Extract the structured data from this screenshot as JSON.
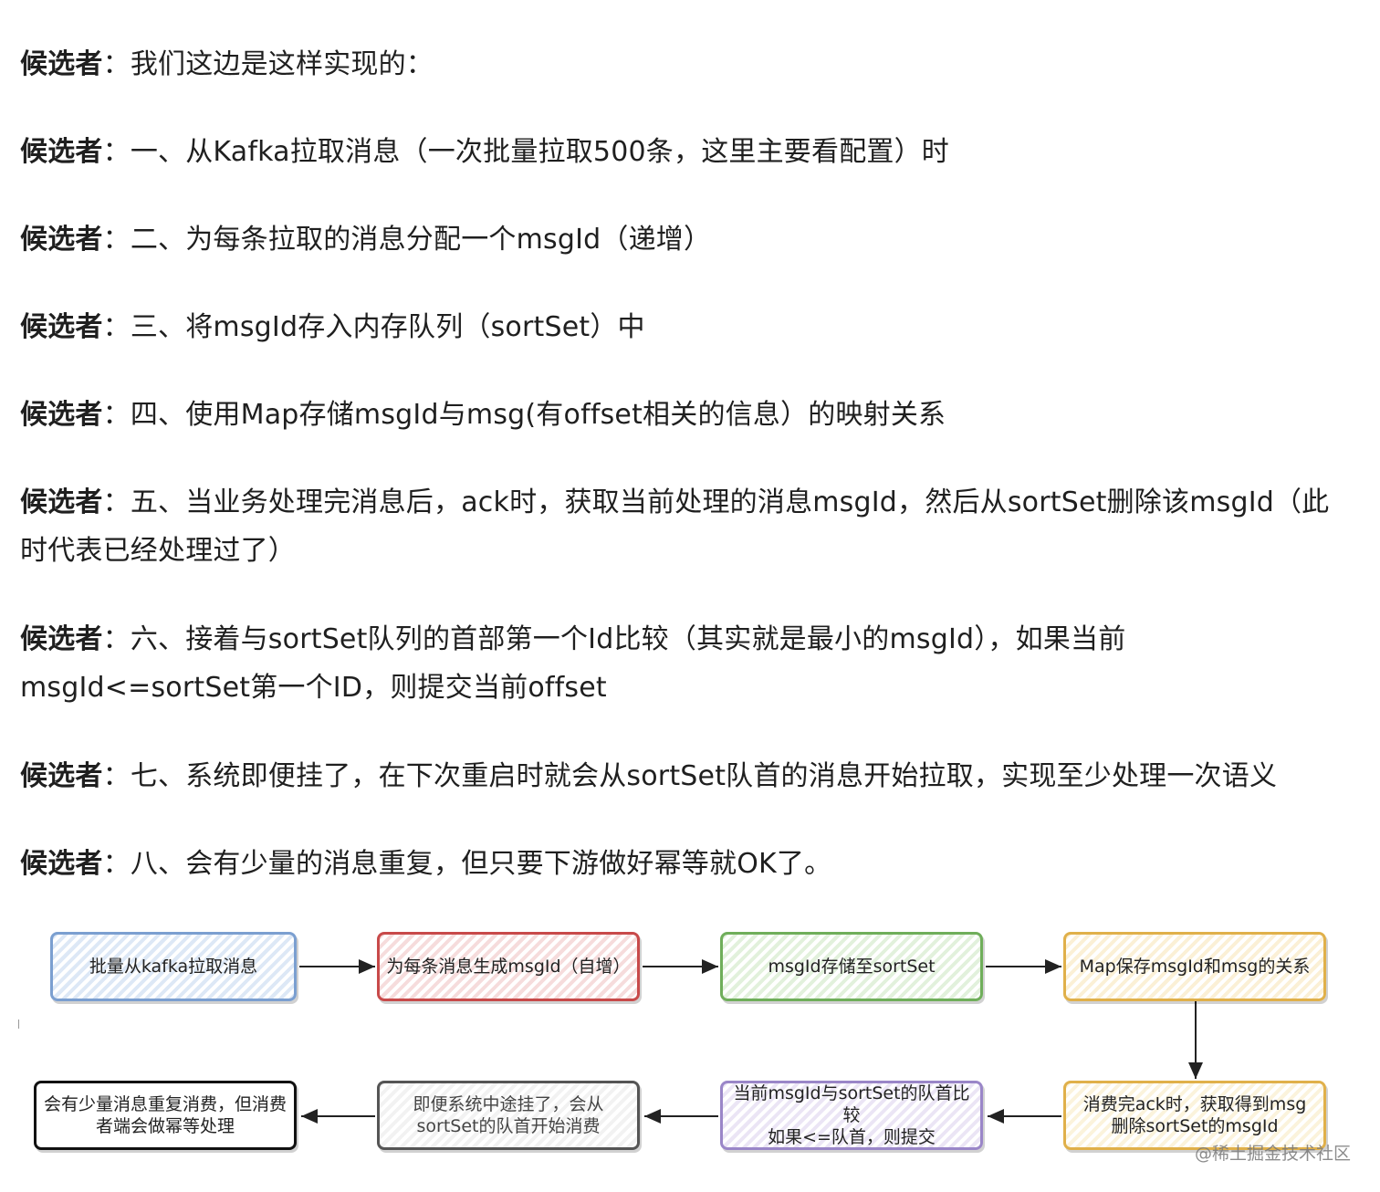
{
  "dialogue": [
    {
      "speaker": "候选者",
      "colon": "：",
      "text": "我们这边是这样实现的："
    },
    {
      "speaker": "候选者",
      "colon": "：",
      "text": "一、从Kafka拉取消息（一次批量拉取500条，这里主要看配置）时"
    },
    {
      "speaker": "候选者",
      "colon": "：",
      "text": "二、为每条拉取的消息分配一个msgId（递增）"
    },
    {
      "speaker": "候选者",
      "colon": "：",
      "text": "三、将msgId存入内存队列（sortSet）中"
    },
    {
      "speaker": "候选者",
      "colon": "：",
      "text": "四、使用Map存储msgId与msg(有offset相关的信息）的映射关系"
    },
    {
      "speaker": "候选者",
      "colon": "：",
      "text": "五、当业务处理完消息后，ack时，获取当前处理的消息msgId，然后从sortSet删除该msgId（此时代表已经处理过了）"
    },
    {
      "speaker": "候选者",
      "colon": "：",
      "text": "六、接着与sortSet队列的首部第一个Id比较（其实就是最小的msgId），如果当前msgId<=sortSet第一个ID，则提交当前offset"
    },
    {
      "speaker": "候选者",
      "colon": "：",
      "text": "七、系统即便挂了，在下次重启时就会从sortSet队首的消息开始拉取，实现至少处理一次语义"
    },
    {
      "speaker": "候选者",
      "colon": "：",
      "text": "八、会有少量的消息重复，但只要下游做好幂等就OK了。"
    }
  ],
  "flowchart": {
    "boxes": [
      {
        "id": "b1",
        "text": "批量从kafka拉取消息",
        "color": "#7b9fd0",
        "fill": "#dde8f6"
      },
      {
        "id": "b2",
        "text": "为每条消息生成msgId（自增）",
        "color": "#c84a4a",
        "fill": "#f6dcdc"
      },
      {
        "id": "b3",
        "text": "msgId存储至sortSet",
        "color": "#6fae5a",
        "fill": "#e2f1dc"
      },
      {
        "id": "b4",
        "text": "Map保存msgId和msg的关系",
        "color": "#e0b04a",
        "fill": "#fbf0d6"
      },
      {
        "id": "b5",
        "text": "消费完ack时，获取得到msg\n删除sortSet的msgId",
        "color": "#e0b04a",
        "fill": "#fbf3dc"
      },
      {
        "id": "b6",
        "text": "当前msgId与sortSet的队首比较\n如果<=队首，则提交",
        "color": "#9a86c8",
        "fill": "#ebe5f5"
      },
      {
        "id": "b7",
        "text": "即便系统中途挂了，会从\nsortSet的队首开始消费",
        "color": "#555555",
        "fill": "#f2f2f2"
      },
      {
        "id": "b8",
        "text": "会有少量消息重复消费，但消费\n者端会做幂等处理",
        "color": "#111111",
        "fill": "#ffffff"
      }
    ],
    "watermark": "@稀土掘金技术社区"
  }
}
